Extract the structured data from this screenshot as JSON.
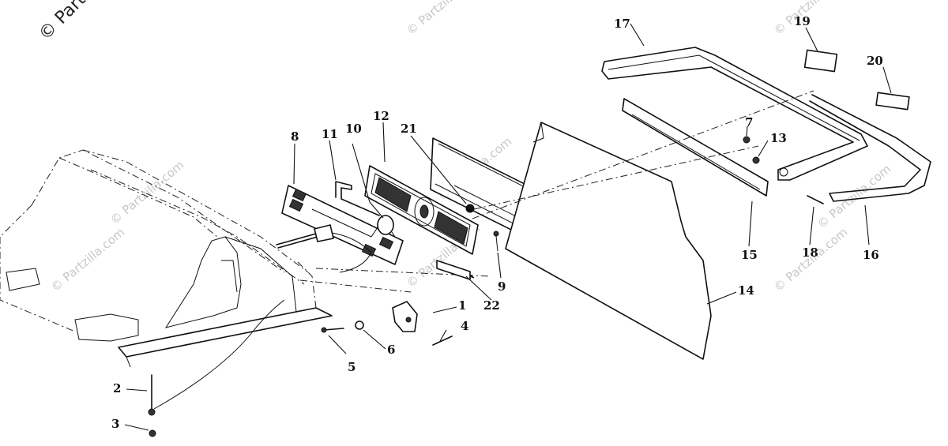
{
  "watermark": {
    "corner_text": "© Partzilla",
    "repeat_text": "© Partzilla.com"
  },
  "callouts": [
    "1",
    "2",
    "3",
    "4",
    "5",
    "6",
    "7",
    "8",
    "9",
    "10",
    "11",
    "12",
    "13",
    "14",
    "15",
    "16",
    "17",
    "18",
    "19",
    "20",
    "21",
    "22"
  ]
}
